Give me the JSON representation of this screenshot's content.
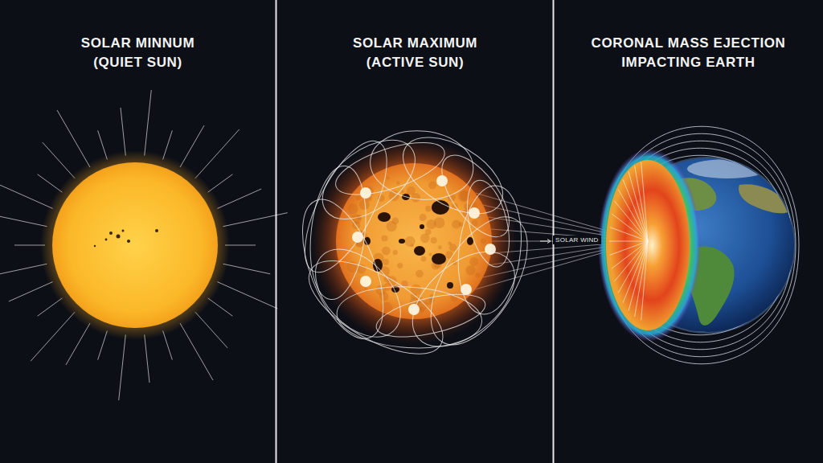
{
  "diagram": {
    "nodes": [
      {
        "text": [
          "SOLAR MINNUM",
          "(QUIET SUN)"
        ]
      },
      {
        "text": [
          "SOLAR MAXIMUM",
          "(ACTIVE SUN)"
        ]
      },
      {
        "text": [
          "CORONAL MASS EJECTION IMPACTING EARTH"
        ]
      }
    ],
    "labels": [
      "SOLAR WIND"
    ]
  }
}
